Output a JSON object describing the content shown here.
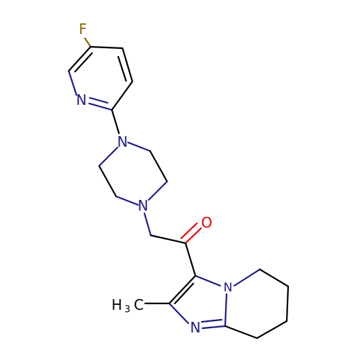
{
  "colors": {
    "bond": "#000000",
    "nitrogen": "#1b1b8f",
    "oxygen": "#e60000",
    "fluorine": "#8a6a00"
  },
  "atom_labels": {
    "fluorine": "F",
    "pyridine_n": "N",
    "piperazine_n_top": "N",
    "piperazine_n_bottom": "N",
    "carbonyl_o": "O",
    "imidazole_n_bridge": "N",
    "imidazole_n": "N",
    "methyl_h": "H",
    "methyl_h_count": "3",
    "methyl_c": "C"
  }
}
